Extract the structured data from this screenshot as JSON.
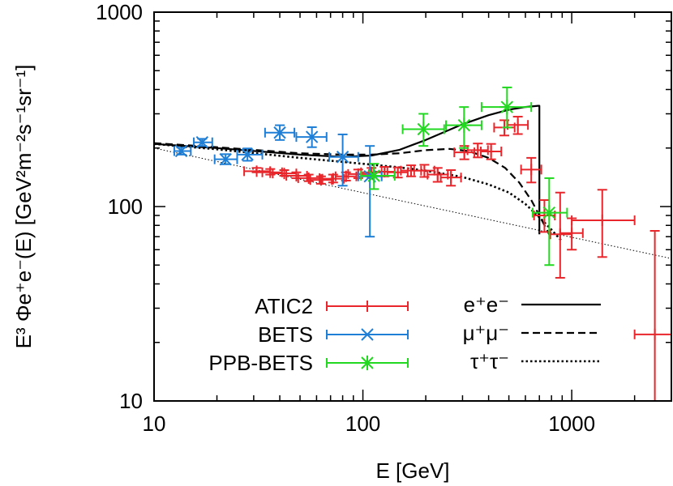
{
  "chart_data": {
    "type": "scatter",
    "title": "",
    "xlabel": "E [GeV]",
    "ylabel": "E³ Φe⁺e⁻(E) [GeV²m⁻²s⁻¹sr⁻¹]",
    "xscale": "log",
    "yscale": "log",
    "xlim": [
      10,
      3000
    ],
    "ylim": [
      10,
      1000
    ],
    "grid": false,
    "legend_position": "bottom-center",
    "x_ticks": [
      {
        "value": 10,
        "label": "10"
      },
      {
        "value": 100,
        "label": "100"
      },
      {
        "value": 1000,
        "label": "1000"
      }
    ],
    "y_ticks": [
      {
        "value": 10,
        "label": "10"
      },
      {
        "value": 100,
        "label": "100"
      },
      {
        "value": 1000,
        "label": "1000"
      }
    ],
    "series": [
      {
        "name": "ATIC2",
        "color": "#e8262b",
        "marker": "plus",
        "points": [
          {
            "x": 31,
            "y": 152,
            "xlo": 27,
            "xhi": 36,
            "ylo": 150,
            "yhi": 158
          },
          {
            "x": 36,
            "y": 150,
            "xlo": 33,
            "xhi": 41,
            "ylo": 146,
            "yhi": 156
          },
          {
            "x": 42,
            "y": 148,
            "xlo": 37,
            "xhi": 48,
            "ylo": 144,
            "yhi": 154
          },
          {
            "x": 48,
            "y": 144,
            "xlo": 43,
            "xhi": 54,
            "ylo": 140,
            "yhi": 150
          },
          {
            "x": 55,
            "y": 140,
            "xlo": 49,
            "xhi": 62,
            "ylo": 135,
            "yhi": 146
          },
          {
            "x": 63,
            "y": 137,
            "xlo": 56,
            "xhi": 71,
            "ylo": 131,
            "yhi": 143
          },
          {
            "x": 72,
            "y": 139,
            "xlo": 64,
            "xhi": 81,
            "ylo": 133,
            "yhi": 146
          },
          {
            "x": 83,
            "y": 143,
            "xlo": 74,
            "xhi": 93,
            "ylo": 136,
            "yhi": 150
          },
          {
            "x": 95,
            "y": 147,
            "xlo": 85,
            "xhi": 107,
            "ylo": 140,
            "yhi": 155
          },
          {
            "x": 110,
            "y": 150,
            "xlo": 98,
            "xhi": 123,
            "ylo": 142,
            "yhi": 158
          },
          {
            "x": 127,
            "y": 151,
            "xlo": 113,
            "xhi": 142,
            "ylo": 143,
            "yhi": 160
          },
          {
            "x": 147,
            "y": 150,
            "xlo": 131,
            "xhi": 164,
            "ylo": 141,
            "yhi": 159
          },
          {
            "x": 170,
            "y": 153,
            "xlo": 152,
            "xhi": 190,
            "ylo": 143,
            "yhi": 163
          },
          {
            "x": 197,
            "y": 153,
            "xlo": 176,
            "xhi": 220,
            "ylo": 142,
            "yhi": 164
          },
          {
            "x": 228,
            "y": 146,
            "xlo": 204,
            "xhi": 255,
            "ylo": 134,
            "yhi": 158
          },
          {
            "x": 264,
            "y": 141,
            "xlo": 236,
            "xhi": 295,
            "ylo": 128,
            "yhi": 154
          },
          {
            "x": 306,
            "y": 190,
            "xlo": 274,
            "xhi": 342,
            "ylo": 175,
            "yhi": 205
          },
          {
            "x": 355,
            "y": 195,
            "xlo": 317,
            "xhi": 397,
            "ylo": 179,
            "yhi": 211
          },
          {
            "x": 411,
            "y": 192,
            "xlo": 367,
            "xhi": 460,
            "ylo": 175,
            "yhi": 210
          },
          {
            "x": 476,
            "y": 255,
            "xlo": 425,
            "xhi": 533,
            "ylo": 232,
            "yhi": 278
          },
          {
            "x": 552,
            "y": 263,
            "xlo": 493,
            "xhi": 617,
            "ylo": 236,
            "yhi": 290
          },
          {
            "x": 640,
            "y": 155,
            "xlo": 572,
            "xhi": 715,
            "ylo": 133,
            "yhi": 178
          },
          {
            "x": 740,
            "y": 90,
            "xlo": 660,
            "xhi": 830,
            "ylo": 74,
            "yhi": 108
          },
          {
            "x": 880,
            "y": 72,
            "xlo": 790,
            "xhi": 1000,
            "ylo": 43,
            "yhi": 118
          },
          {
            "x": 1000,
            "y": 73,
            "xlo": 880,
            "xhi": 1130,
            "ylo": 60,
            "yhi": 87
          },
          {
            "x": 1400,
            "y": 85,
            "xlo": 1000,
            "xhi": 2000,
            "ylo": 55,
            "yhi": 122
          },
          {
            "x": 2500,
            "y": 22,
            "xlo": 2000,
            "xhi": 3000,
            "ylo": 10,
            "yhi": 75
          }
        ]
      },
      {
        "name": "BETS",
        "color": "#1f7fd6",
        "marker": "cross",
        "points": [
          {
            "x": 13.5,
            "y": 193,
            "xlo": 12.5,
            "xhi": 15,
            "ylo": 185,
            "yhi": 201
          },
          {
            "x": 17,
            "y": 214,
            "xlo": 15.5,
            "xhi": 19,
            "ylo": 205,
            "yhi": 223
          },
          {
            "x": 22,
            "y": 175,
            "xlo": 19.5,
            "xhi": 25,
            "ylo": 165,
            "yhi": 186
          },
          {
            "x": 28,
            "y": 185,
            "xlo": 25,
            "xhi": 33,
            "ylo": 172,
            "yhi": 199
          },
          {
            "x": 40,
            "y": 240,
            "xlo": 34,
            "xhi": 47,
            "ylo": 220,
            "yhi": 262
          },
          {
            "x": 57,
            "y": 228,
            "xlo": 48,
            "xhi": 67,
            "ylo": 202,
            "yhi": 256
          },
          {
            "x": 80,
            "y": 180,
            "xlo": 69,
            "xhi": 95,
            "ylo": 128,
            "yhi": 235
          },
          {
            "x": 108,
            "y": 143,
            "xlo": 95,
            "xhi": 123,
            "ylo": 70,
            "yhi": 205
          }
        ]
      },
      {
        "name": "PPB-BETS",
        "color": "#22d820",
        "marker": "star",
        "points": [
          {
            "x": 113,
            "y": 144,
            "xlo": 98,
            "xhi": 142,
            "ylo": 123,
            "yhi": 166
          },
          {
            "x": 195,
            "y": 250,
            "xlo": 155,
            "xhi": 245,
            "ylo": 205,
            "yhi": 300
          },
          {
            "x": 305,
            "y": 262,
            "xlo": 250,
            "xhi": 370,
            "ylo": 200,
            "yhi": 325
          },
          {
            "x": 490,
            "y": 325,
            "xlo": 370,
            "xhi": 640,
            "ylo": 255,
            "yhi": 410
          },
          {
            "x": 780,
            "y": 93,
            "xlo": 650,
            "xhi": 950,
            "ylo": 50,
            "yhi": 140
          }
        ]
      }
    ],
    "curves": [
      {
        "name": "e⁺e⁻",
        "style": "solid",
        "x": [
          10,
          20,
          50,
          80,
          110,
          150,
          200,
          300,
          400,
          500,
          600,
          690,
          700,
          700
        ],
        "y": [
          210,
          200,
          185,
          180,
          183,
          196,
          220,
          265,
          295,
          315,
          325,
          330,
          330,
          72
        ]
      },
      {
        "name": "μ⁺μ⁻",
        "style": "dashed",
        "x": [
          10,
          20,
          50,
          80,
          110,
          150,
          200,
          260,
          320,
          400,
          480,
          560,
          640,
          700,
          760,
          800
        ],
        "y": [
          212,
          202,
          188,
          185,
          185,
          188,
          195,
          198,
          193,
          178,
          158,
          133,
          108,
          90,
          76,
          68
        ]
      },
      {
        "name": "τ⁺τ⁻",
        "style": "dotted",
        "x": [
          10,
          20,
          50,
          100,
          150,
          200,
          300,
          400,
          500,
          600,
          700,
          800,
          900
        ],
        "y": [
          210,
          197,
          178,
          166,
          159,
          153,
          142,
          130,
          118,
          103,
          88,
          76,
          66
        ]
      },
      {
        "name": "",
        "style": "thin-dotted",
        "x": [
          10,
          3000
        ],
        "y": [
          200,
          54
        ]
      }
    ]
  }
}
